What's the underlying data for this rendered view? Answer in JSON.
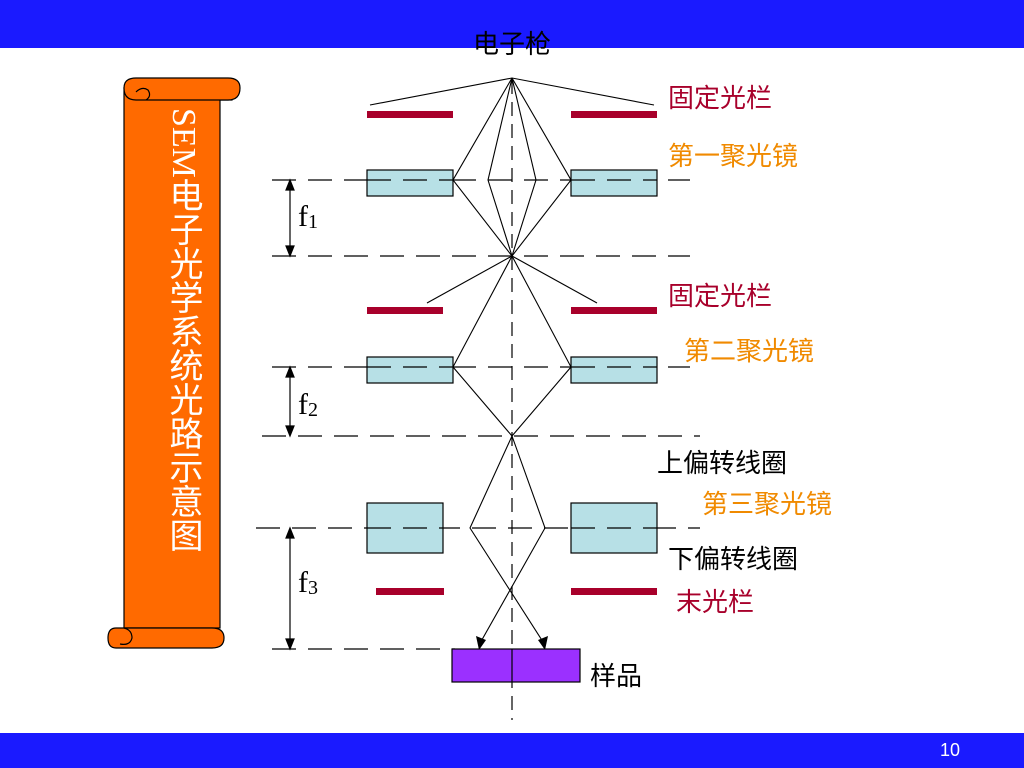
{
  "slide": {
    "page_number": "10"
  },
  "scroll": {
    "title_latin": "SEM",
    "title_cjk": "电子光学系统光路示意图"
  },
  "labels": {
    "electron_gun": "电子枪",
    "fixed_aperture_1": "固定光栏",
    "first_condenser": "第一聚光镜",
    "fixed_aperture_2": "固定光栏",
    "second_condenser": "第二聚光镜",
    "upper_deflection_coil": "上偏转线圈",
    "third_condenser": "第三聚光镜",
    "lower_deflection_coil": "下偏转线圈",
    "final_aperture": "末光栏",
    "specimen": "样品"
  },
  "focal": {
    "f1": {
      "letter": "f",
      "index": "1"
    },
    "f2": {
      "letter": "f",
      "index": "2"
    },
    "f3": {
      "letter": "f",
      "index": "3"
    }
  },
  "colors": {
    "banner": "#1a1aff",
    "aperture": "#a8002b",
    "lens_fill": "#b7e0e6",
    "specimen": "#9b30ff",
    "scroll": "#ff6a00"
  }
}
